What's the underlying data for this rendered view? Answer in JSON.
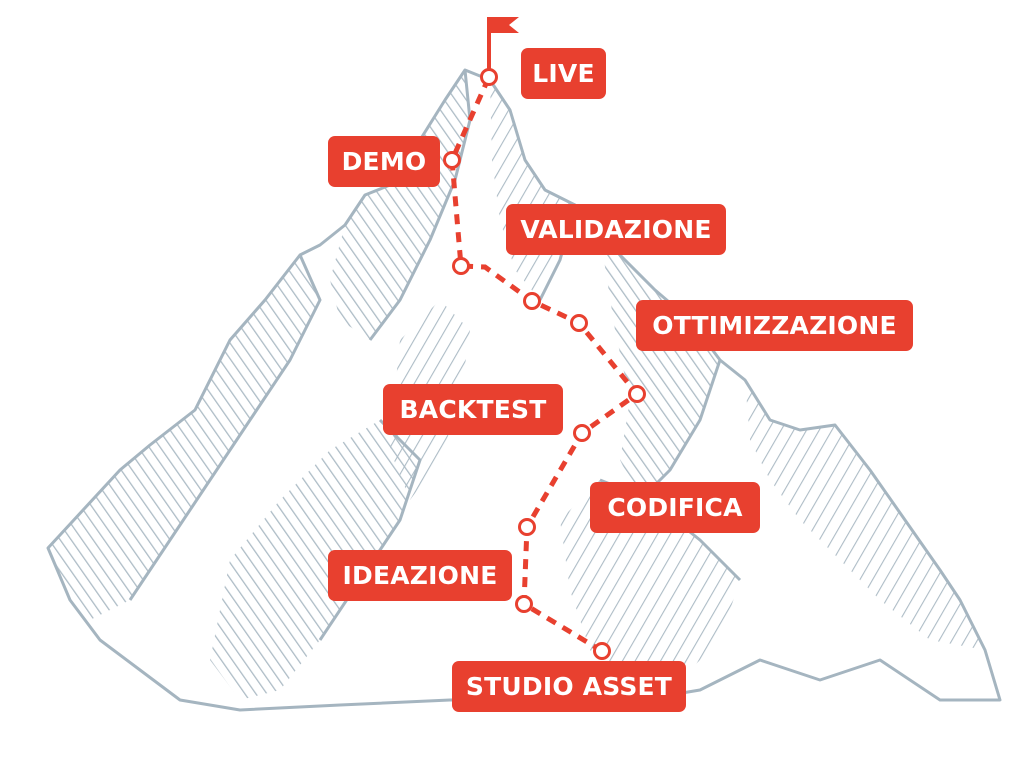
{
  "colors": {
    "accent": "#e8402f",
    "mountain_stroke": "#a5b5c0",
    "mountain_fill": "#ffffff",
    "background": "#ffffff"
  },
  "icons": {
    "summit": "flag-icon",
    "waypoint": "circle-marker-icon"
  },
  "steps": [
    {
      "id": "live",
      "label": "LIVE"
    },
    {
      "id": "demo",
      "label": "DEMO"
    },
    {
      "id": "validazione",
      "label": "VALIDAZIONE"
    },
    {
      "id": "ottimizzazione",
      "label": "OTTIMIZZAZIONE"
    },
    {
      "id": "backtest",
      "label": "BACKTEST"
    },
    {
      "id": "codifica",
      "label": "CODIFICA"
    },
    {
      "id": "ideazione",
      "label": "IDEAZIONE"
    },
    {
      "id": "studio-asset",
      "label": "STUDIO ASSET"
    }
  ]
}
